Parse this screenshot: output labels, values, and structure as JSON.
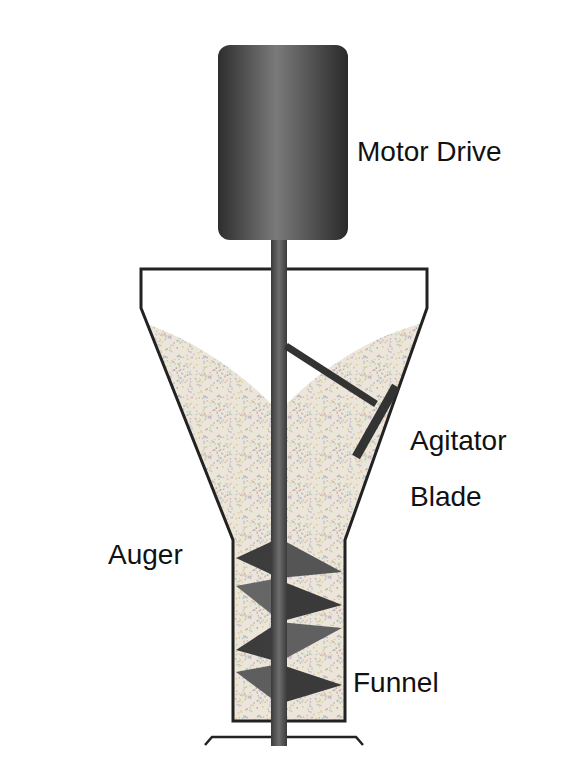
{
  "diagram": {
    "labels": [
      "Motor Drive",
      "Agitator Blade",
      "Auger",
      "Funnel"
    ]
  }
}
